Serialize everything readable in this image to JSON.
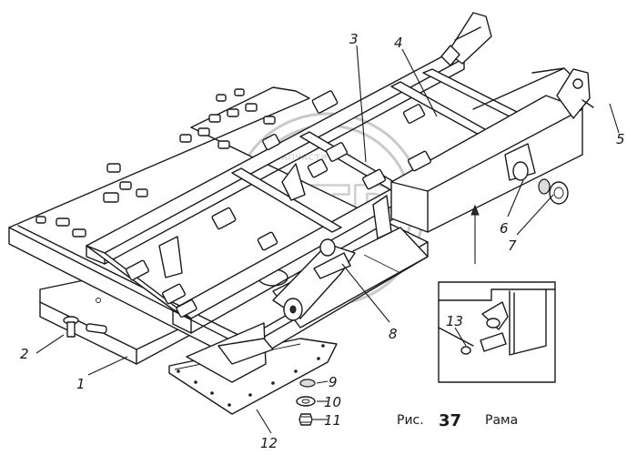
{
  "figure": {
    "caption_prefix": "Рис.",
    "caption_number": "37",
    "caption_title": "Рама"
  },
  "callouts": [
    "1",
    "2",
    "3",
    "4",
    "5",
    "6",
    "7",
    "8",
    "9",
    "10",
    "11",
    "12",
    "13"
  ],
  "watermark": {
    "text": "ЗАПЧАСТИ ДЛЯ",
    "logo_letters": "ЭТР"
  },
  "colors": {
    "ink": "#1a1a1a",
    "background": "#ffffff",
    "watermark": "#c9c9c9"
  }
}
